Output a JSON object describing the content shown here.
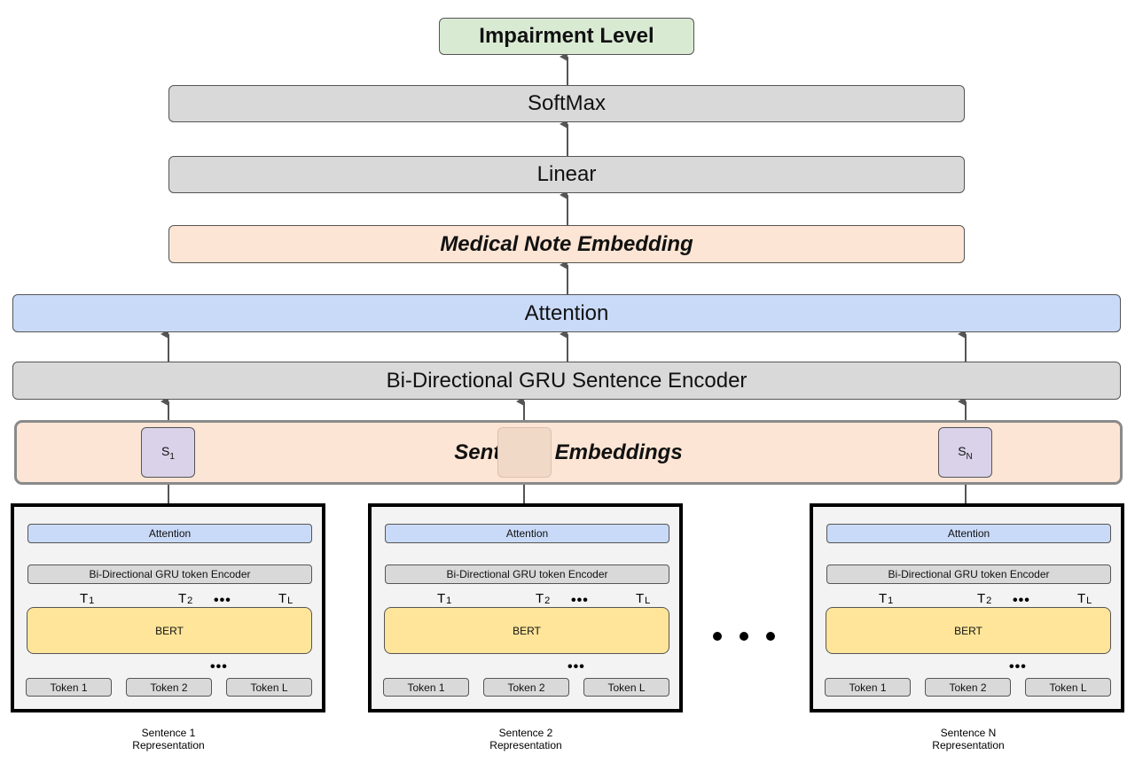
{
  "nodes": {
    "impairment": "Impairment Level",
    "softmax": "SoftMax",
    "linear": "Linear",
    "note_embedding": "Medical Note Embedding",
    "attention": "Attention",
    "sentence_encoder": "Bi-Directional GRU Sentence Encoder",
    "sentence_embeddings": "Sentence Embeddings",
    "s1": "S1",
    "sn": "SN"
  },
  "sub_block": {
    "attention": "Attention",
    "token_encoder": "Bi-Directional GRU token Encoder",
    "bert": "BERT",
    "t1": "T1",
    "t2": "T2",
    "tl": "TL",
    "ellipsis": "•••",
    "token1": "Token 1",
    "token2": "Token 2",
    "tokenl": "Token L"
  },
  "captions": {
    "s1": "Sentence 1",
    "s2": "Sentence 2",
    "sn": "Sentence N",
    "representation": "Representation"
  },
  "colors": {
    "gray": "#d9d9d9",
    "peach": "#fce5d4",
    "blue": "#c9daf8",
    "green": "#d9ead3",
    "lavender": "#d9d2e9",
    "yellow": "#ffe599"
  }
}
